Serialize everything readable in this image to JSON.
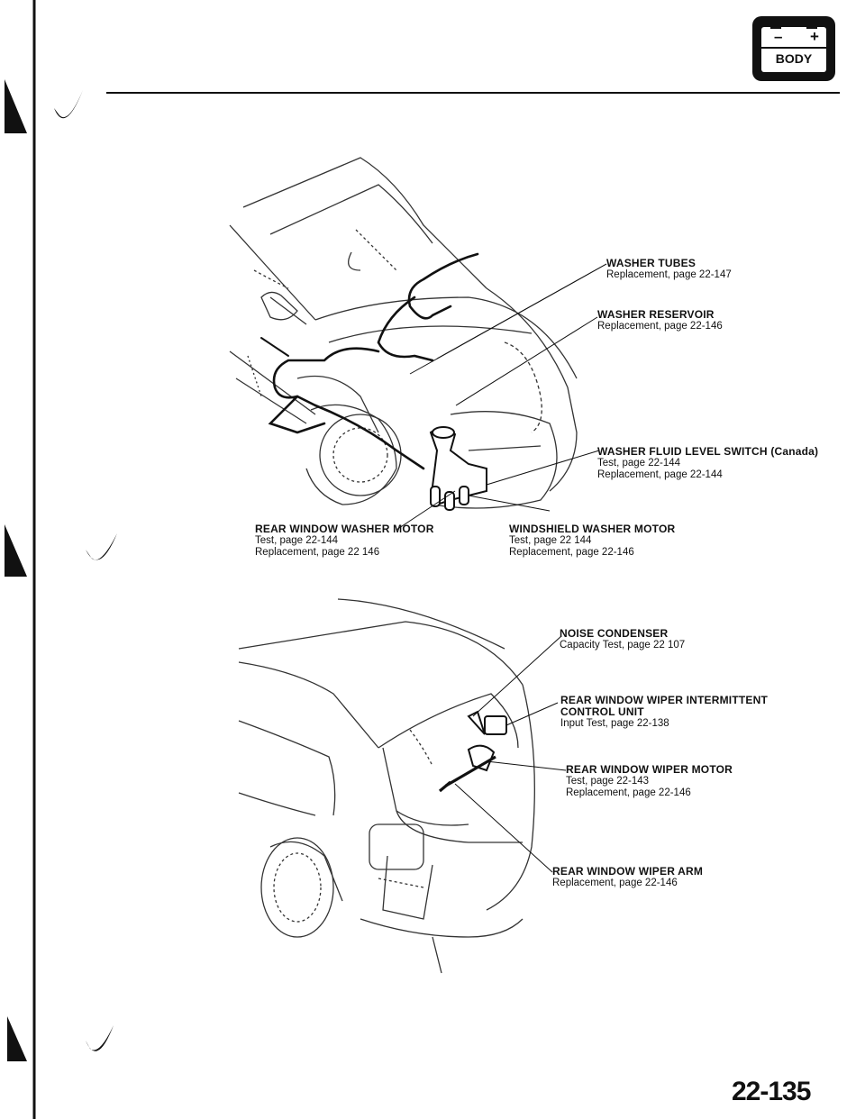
{
  "badge": {
    "minus": "–",
    "plus": "+",
    "text": "BODY"
  },
  "labels": {
    "washer_tubes": {
      "title": "WASHER TUBES",
      "lines": [
        "Replacement, page 22-147"
      ]
    },
    "washer_reservoir": {
      "title": "WASHER RESERVOIR",
      "lines": [
        "Replacement, page 22-146"
      ]
    },
    "washer_fluid_level_switch": {
      "title": "WASHER FLUID LEVEL SWITCH (Canada)",
      "lines": [
        "Test, page 22-144",
        "Replacement, page 22-144"
      ]
    },
    "rear_window_washer_motor": {
      "title": "REAR WINDOW WASHER MOTOR",
      "lines": [
        "Test, page 22-144",
        "Replacement, page 22 146"
      ]
    },
    "windshield_washer_motor": {
      "title": "WINDSHIELD WASHER MOTOR",
      "lines": [
        "Test, page 22 144",
        "Replacement, page 22-146"
      ]
    },
    "noise_condenser": {
      "title": "NOISE CONDENSER",
      "lines": [
        "Capacity Test, page 22 107"
      ]
    },
    "rear_wiper_control_unit": {
      "title": "REAR WINDOW WIPER INTERMITTENT",
      "title2": "CONTROL UNIT",
      "lines": [
        "Input Test, page 22-138"
      ]
    },
    "rear_wiper_motor": {
      "title": "REAR WINDOW WIPER MOTOR",
      "lines": [
        "Test, page 22-143",
        "Replacement, page 22-146"
      ]
    },
    "rear_wiper_arm": {
      "title": "REAR WINDOW WIPER ARM",
      "lines": [
        "Replacement, page 22-146"
      ]
    }
  },
  "page_number": "22-135"
}
